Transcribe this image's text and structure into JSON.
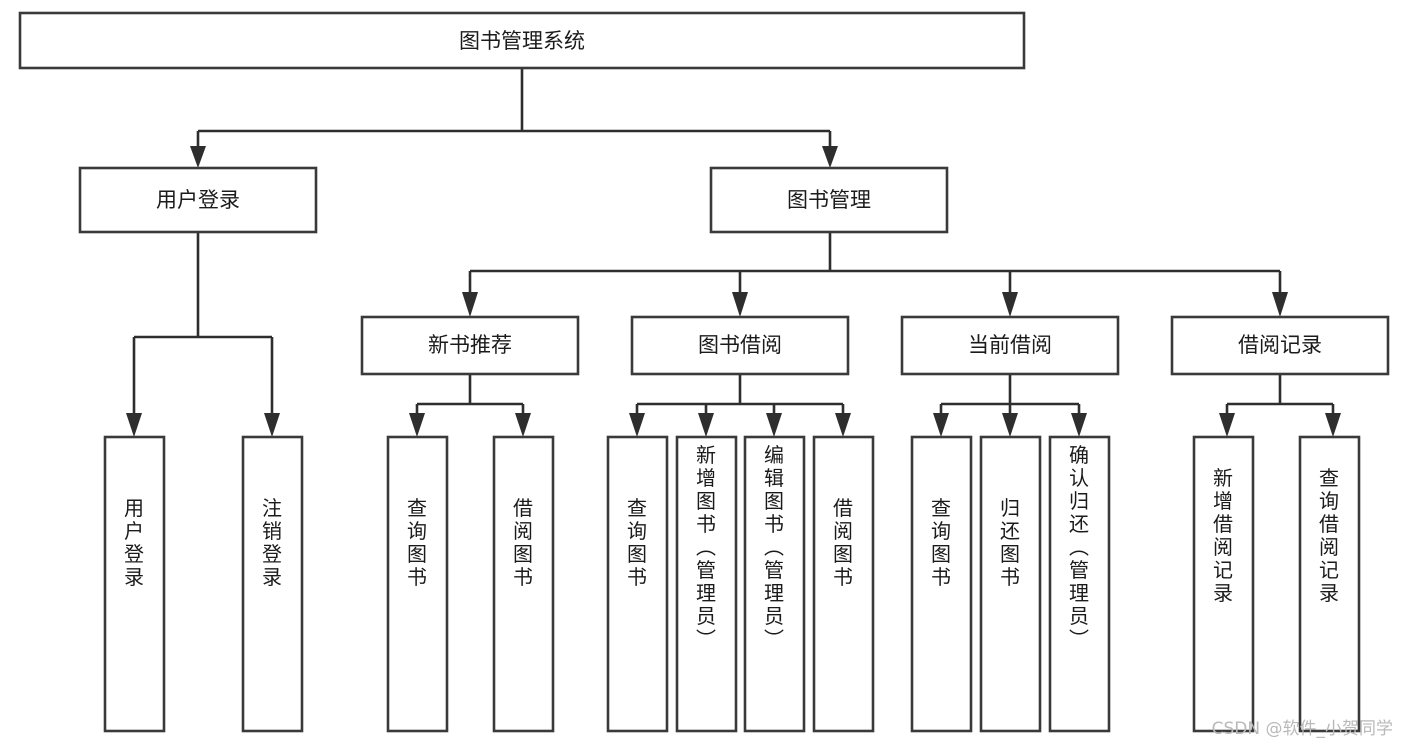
{
  "diagram": {
    "title_node": {
      "label": "图书管理系统"
    },
    "level2": [
      {
        "id": "user-login",
        "label": "用户登录"
      },
      {
        "id": "book-management",
        "label": "图书管理"
      }
    ],
    "level3": [
      {
        "id": "new-book-recommend",
        "label": "新书推荐",
        "parent": "book-management"
      },
      {
        "id": "book-borrow",
        "label": "图书借阅",
        "parent": "book-management"
      },
      {
        "id": "current-borrow",
        "label": "当前借阅",
        "parent": "book-management"
      },
      {
        "id": "borrow-record",
        "label": "借阅记录",
        "parent": "book-management"
      }
    ],
    "leaves": [
      {
        "id": "leaf-user-login",
        "label": "用户登录",
        "parent": "user-login"
      },
      {
        "id": "leaf-logout-login",
        "label": "注销登录",
        "parent": "user-login"
      },
      {
        "id": "leaf-query-book-1",
        "label": "查询图书",
        "parent": "new-book-recommend"
      },
      {
        "id": "leaf-borrow-book-1",
        "label": "借阅图书",
        "parent": "new-book-recommend"
      },
      {
        "id": "leaf-query-book-2",
        "label": "查询图书",
        "parent": "book-borrow"
      },
      {
        "id": "leaf-add-book",
        "label": "新增图书（管理员）",
        "parent": "book-borrow"
      },
      {
        "id": "leaf-edit-book",
        "label": "编辑图书（管理员）",
        "parent": "book-borrow"
      },
      {
        "id": "leaf-borrow-book-2",
        "label": "借阅图书",
        "parent": "book-borrow"
      },
      {
        "id": "leaf-query-book-3",
        "label": "查询图书",
        "parent": "current-borrow"
      },
      {
        "id": "leaf-return-book",
        "label": "归还图书",
        "parent": "current-borrow"
      },
      {
        "id": "leaf-confirm-return",
        "label": "确认归还（管理员）",
        "parent": "current-borrow"
      },
      {
        "id": "leaf-add-record",
        "label": "新增借阅记录",
        "parent": "borrow-record"
      },
      {
        "id": "leaf-query-record",
        "label": "查询借阅记录",
        "parent": "borrow-record"
      }
    ],
    "watermark": "CSDN @软件_小贺同学",
    "colors": {
      "box_stroke": "#3a3a3a",
      "connector": "#2e2e2e",
      "text": "#1b1b1b",
      "background": "#ffffff",
      "watermark": "#b9b9b9"
    }
  }
}
